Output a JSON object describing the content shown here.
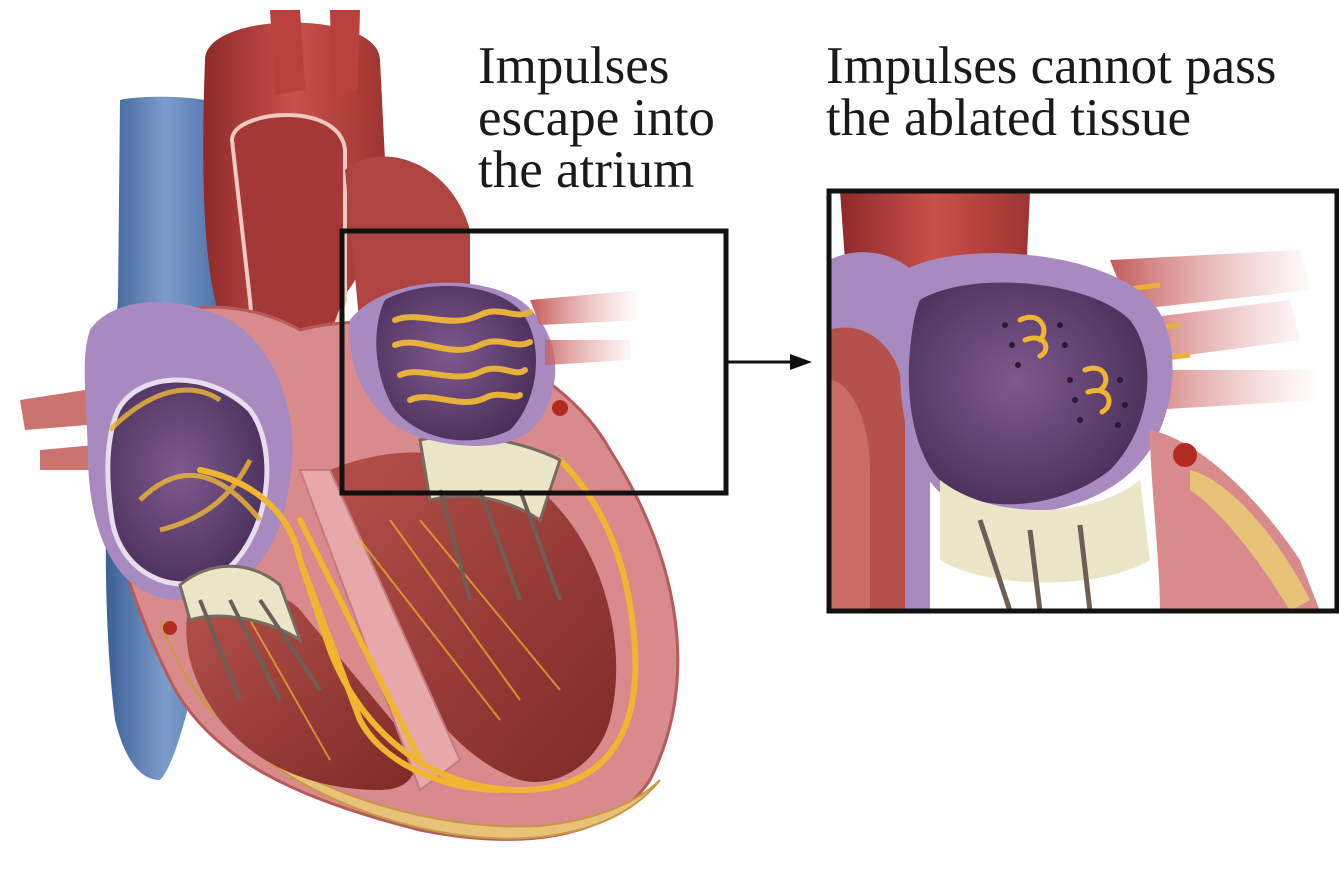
{
  "labels": {
    "left": {
      "line1": "Impulses",
      "line2": "escape into",
      "line3": "the atrium"
    },
    "right": {
      "line1": "Impulses cannot pass",
      "line2": "the ablated tissue"
    }
  },
  "colors": {
    "vena_cava": "#5a7fb5",
    "aorta": "#b8413e",
    "muscle": "#a8423b",
    "muscle_light": "#e4a3a3",
    "atrium": "#6b4a78",
    "atrium_wall": "#a890c4",
    "electrical_path": "#e8b23a",
    "valve": "#e8e2c8",
    "frame": "#111111"
  },
  "icons": {
    "arrow": "right-arrow-icon"
  }
}
